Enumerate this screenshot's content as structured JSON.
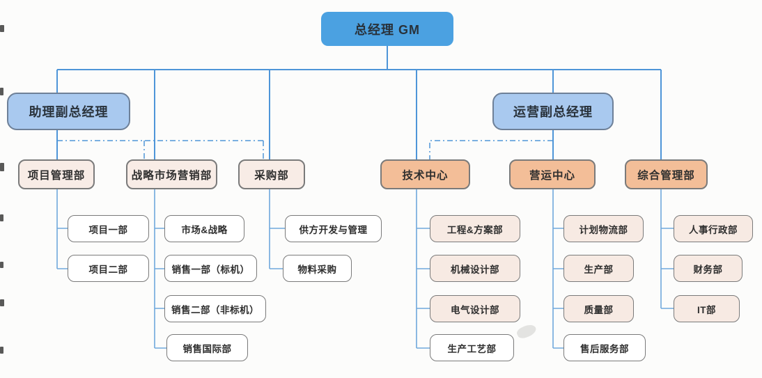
{
  "org": {
    "gm_label": "总经理 GM",
    "assistant_vp_label": "助理副总经理",
    "operations_vp_label": "运营副总经理",
    "departments": [
      {
        "label": "项目管理部",
        "children": [
          "项目一部",
          "项目二部"
        ]
      },
      {
        "label": "战略市场营销部",
        "children": [
          "市场&战略",
          "销售一部（标机）",
          "销售二部（非标机）",
          "销售国际部"
        ]
      },
      {
        "label": "采购部",
        "children": [
          "供方开发与管理",
          "物料采购"
        ]
      },
      {
        "label": "技术中心",
        "children": [
          "工程&方案部",
          "机械设计部",
          "电气设计部",
          "生产工艺部"
        ]
      },
      {
        "label": "营运中心",
        "children": [
          "计划物流部",
          "生产部",
          "质量部",
          "售后服务部"
        ]
      },
      {
        "label": "综合管理部",
        "children": [
          "人事行政部",
          "财务部",
          "IT部"
        ]
      }
    ]
  },
  "colors": {
    "page_bg": "#FCFCFB",
    "connector_blue": "#4E95D8",
    "connector_light_blue": "#6FA8DC",
    "gm_fill": "#4BA1E1",
    "vp_fill": "#A9C9EF",
    "vp_border": "#6E8098",
    "dept_fill": "#F8ECE6",
    "center_fill": "#F3BE98",
    "leaf_pink_fill": "#F7EAE3",
    "box_border_gray": "#7A7A7A",
    "text_dark": "#2E2E2E"
  }
}
